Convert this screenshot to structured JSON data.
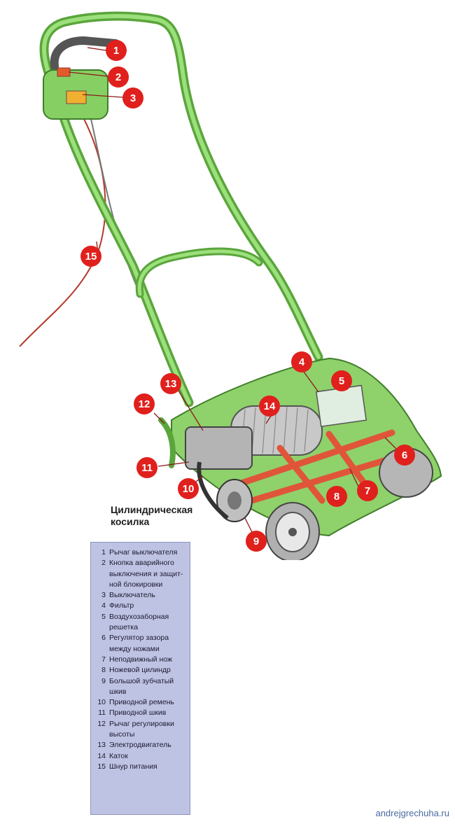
{
  "caption": "Цилиндрическая\nкосилка",
  "callouts": [
    "1",
    "2",
    "3",
    "4",
    "5",
    "6",
    "7",
    "8",
    "9",
    "10",
    "11",
    "12",
    "13",
    "14",
    "15"
  ],
  "legend": [
    {
      "num": "1",
      "text": "Рычаг выключателя"
    },
    {
      "num": "2",
      "text": "Кнопка аварийного\nвыключения и защит-\nной блокировки"
    },
    {
      "num": "3",
      "text": "Выключатель"
    },
    {
      "num": "4",
      "text": "Фильтр"
    },
    {
      "num": "5",
      "text": "Воздухозаборная\nрешетка"
    },
    {
      "num": "6",
      "text": "Регулятор зазора\nмежду ножами"
    },
    {
      "num": "7",
      "text": "Неподвижный нож"
    },
    {
      "num": "8",
      "text": "Ножевой цилиндр"
    },
    {
      "num": "9",
      "text": "Большой зубчатый\nшкив"
    },
    {
      "num": "10",
      "text": "Приводной ремень"
    },
    {
      "num": "11",
      "text": "Приводной шкив"
    },
    {
      "num": "12",
      "text": "Рычаг регулировки\nвысоты"
    },
    {
      "num": "13",
      "text": "Электродвигатель"
    },
    {
      "num": "14",
      "text": "Каток"
    },
    {
      "num": "15",
      "text": "Шнур питания"
    }
  ],
  "watermark": "andrejgrechuha.ru",
  "colors": {
    "mower_green": "#8fd16a",
    "handle_green": "#7cc65a",
    "callout_red": "#e0201c",
    "legend_bg": "#bfc3e3",
    "blade_orange": "#e0553a"
  }
}
